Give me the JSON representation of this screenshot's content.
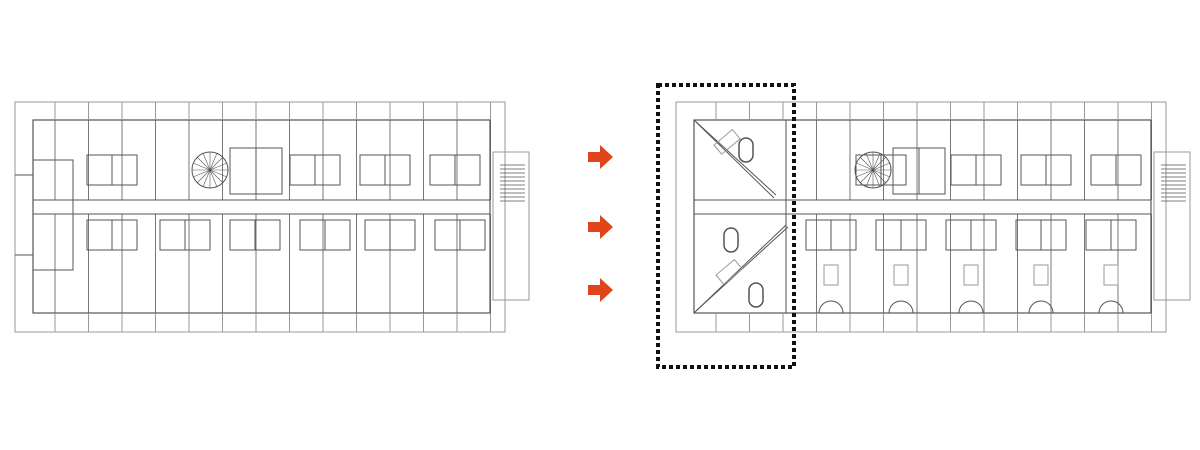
{
  "colors": {
    "line": "#555555",
    "light_line": "#999999",
    "arrow": "#e0451a",
    "highlight_frame": "#111111",
    "background": "#ffffff"
  },
  "diagram": {
    "plans": [
      "existing-floor-plan",
      "proposed-floor-plan"
    ],
    "arrow_count": 3
  }
}
